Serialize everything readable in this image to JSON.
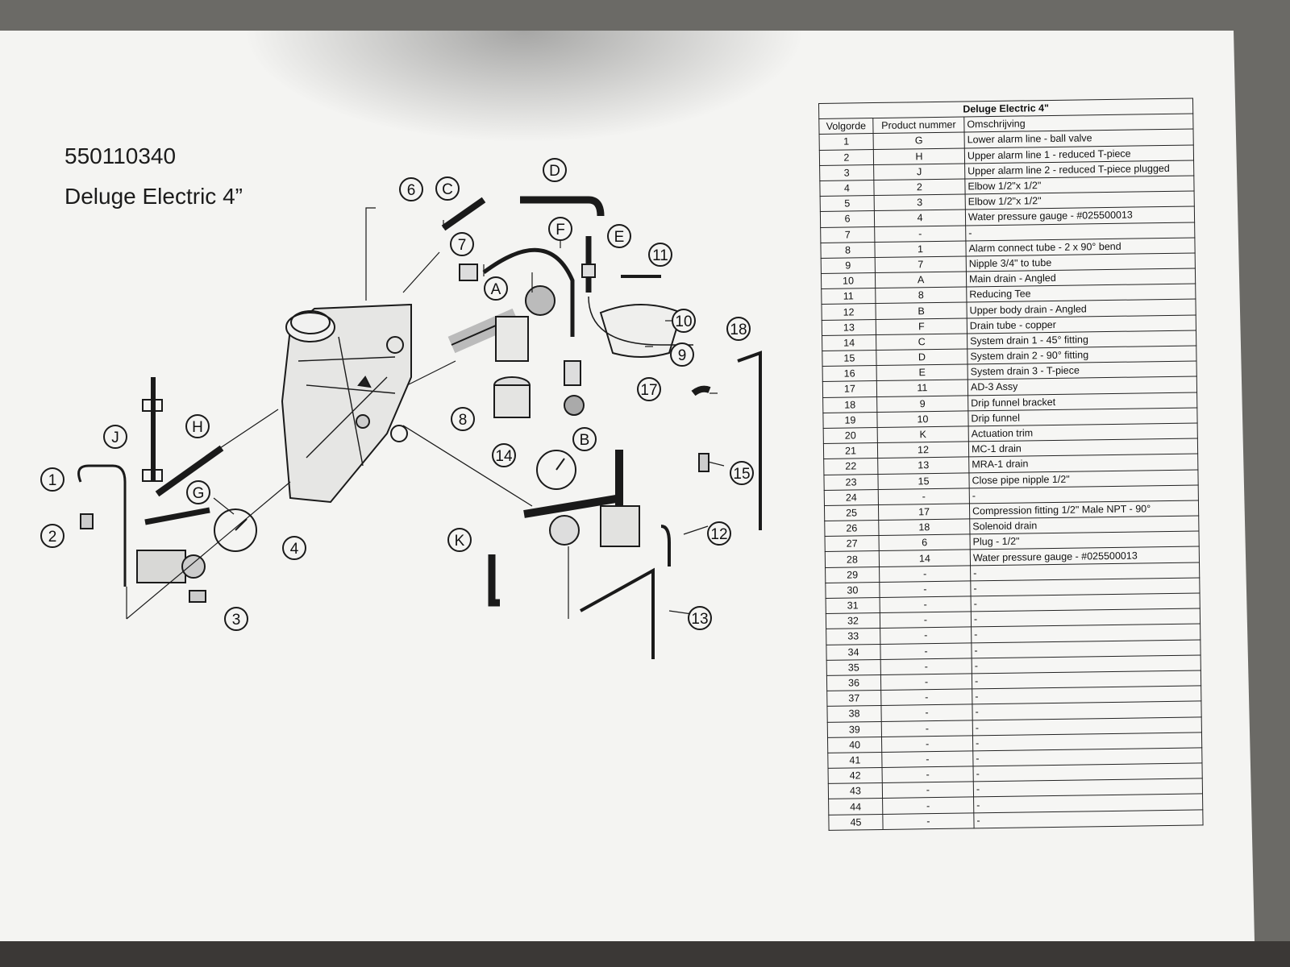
{
  "document": {
    "code": "550110340",
    "title": "Deluge Electric 4”"
  },
  "diagram": {
    "callouts_numbers": [
      "1",
      "2",
      "3",
      "4",
      "6",
      "7",
      "8",
      "9",
      "10",
      "11",
      "12",
      "13",
      "14",
      "15",
      "17",
      "18"
    ],
    "callouts_letters": [
      "A",
      "B",
      "C",
      "D",
      "E",
      "F",
      "G",
      "H",
      "J",
      "K"
    ]
  },
  "table": {
    "title": "Deluge Electric 4\"",
    "headers": [
      "Volgorde",
      "Product nummer",
      "Omschrijving"
    ],
    "rows": [
      [
        "1",
        "G",
        "Lower alarm line - ball valve"
      ],
      [
        "2",
        "H",
        "Upper alarm line 1 - reduced T-piece"
      ],
      [
        "3",
        "J",
        "Upper alarm line 2 - reduced T-piece plugged"
      ],
      [
        "4",
        "2",
        "Elbow 1/2\"x 1/2\""
      ],
      [
        "5",
        "3",
        "Elbow 1/2\"x 1/2\""
      ],
      [
        "6",
        "4",
        "Water pressure gauge - #025500013"
      ],
      [
        "7",
        "-",
        "-"
      ],
      [
        "8",
        "1",
        "Alarm connect tube - 2 x 90° bend"
      ],
      [
        "9",
        "7",
        "Nipple 3/4\" to tube"
      ],
      [
        "10",
        "A",
        "Main drain - Angled"
      ],
      [
        "11",
        "8",
        "Reducing Tee"
      ],
      [
        "12",
        "B",
        "Upper body drain - Angled"
      ],
      [
        "13",
        "F",
        "Drain tube - copper"
      ],
      [
        "14",
        "C",
        "System drain 1 - 45° fitting"
      ],
      [
        "15",
        "D",
        "System drain 2 - 90° fitting"
      ],
      [
        "16",
        "E",
        "System drain 3 - T-piece"
      ],
      [
        "17",
        "11",
        "AD-3 Assy"
      ],
      [
        "18",
        "9",
        "Drip funnel bracket"
      ],
      [
        "19",
        "10",
        "Drip funnel"
      ],
      [
        "20",
        "K",
        "Actuation trim"
      ],
      [
        "21",
        "12",
        "MC-1 drain"
      ],
      [
        "22",
        "13",
        "MRA-1 drain"
      ],
      [
        "23",
        "15",
        "Close pipe nipple 1/2\""
      ],
      [
        "24",
        "-",
        "-"
      ],
      [
        "25",
        "17",
        "Compression fitting 1/2\" Male NPT - 90°"
      ],
      [
        "26",
        "18",
        "Solenoid drain"
      ],
      [
        "27",
        "6",
        "Plug - 1/2\""
      ],
      [
        "28",
        "14",
        "Water pressure gauge - #025500013"
      ],
      [
        "29",
        "-",
        "-"
      ],
      [
        "30",
        "-",
        "-"
      ],
      [
        "31",
        "-",
        "-"
      ],
      [
        "32",
        "-",
        "-"
      ],
      [
        "33",
        "-",
        "-"
      ],
      [
        "34",
        "-",
        "-"
      ],
      [
        "35",
        "-",
        "-"
      ],
      [
        "36",
        "-",
        "-"
      ],
      [
        "37",
        "-",
        "-"
      ],
      [
        "38",
        "-",
        "-"
      ],
      [
        "39",
        "-",
        "-"
      ],
      [
        "40",
        "-",
        "-"
      ],
      [
        "41",
        "-",
        "-"
      ],
      [
        "42",
        "-",
        "-"
      ],
      [
        "43",
        "-",
        "-"
      ],
      [
        "44",
        "-",
        "-"
      ],
      [
        "45",
        "-",
        "-"
      ]
    ]
  }
}
